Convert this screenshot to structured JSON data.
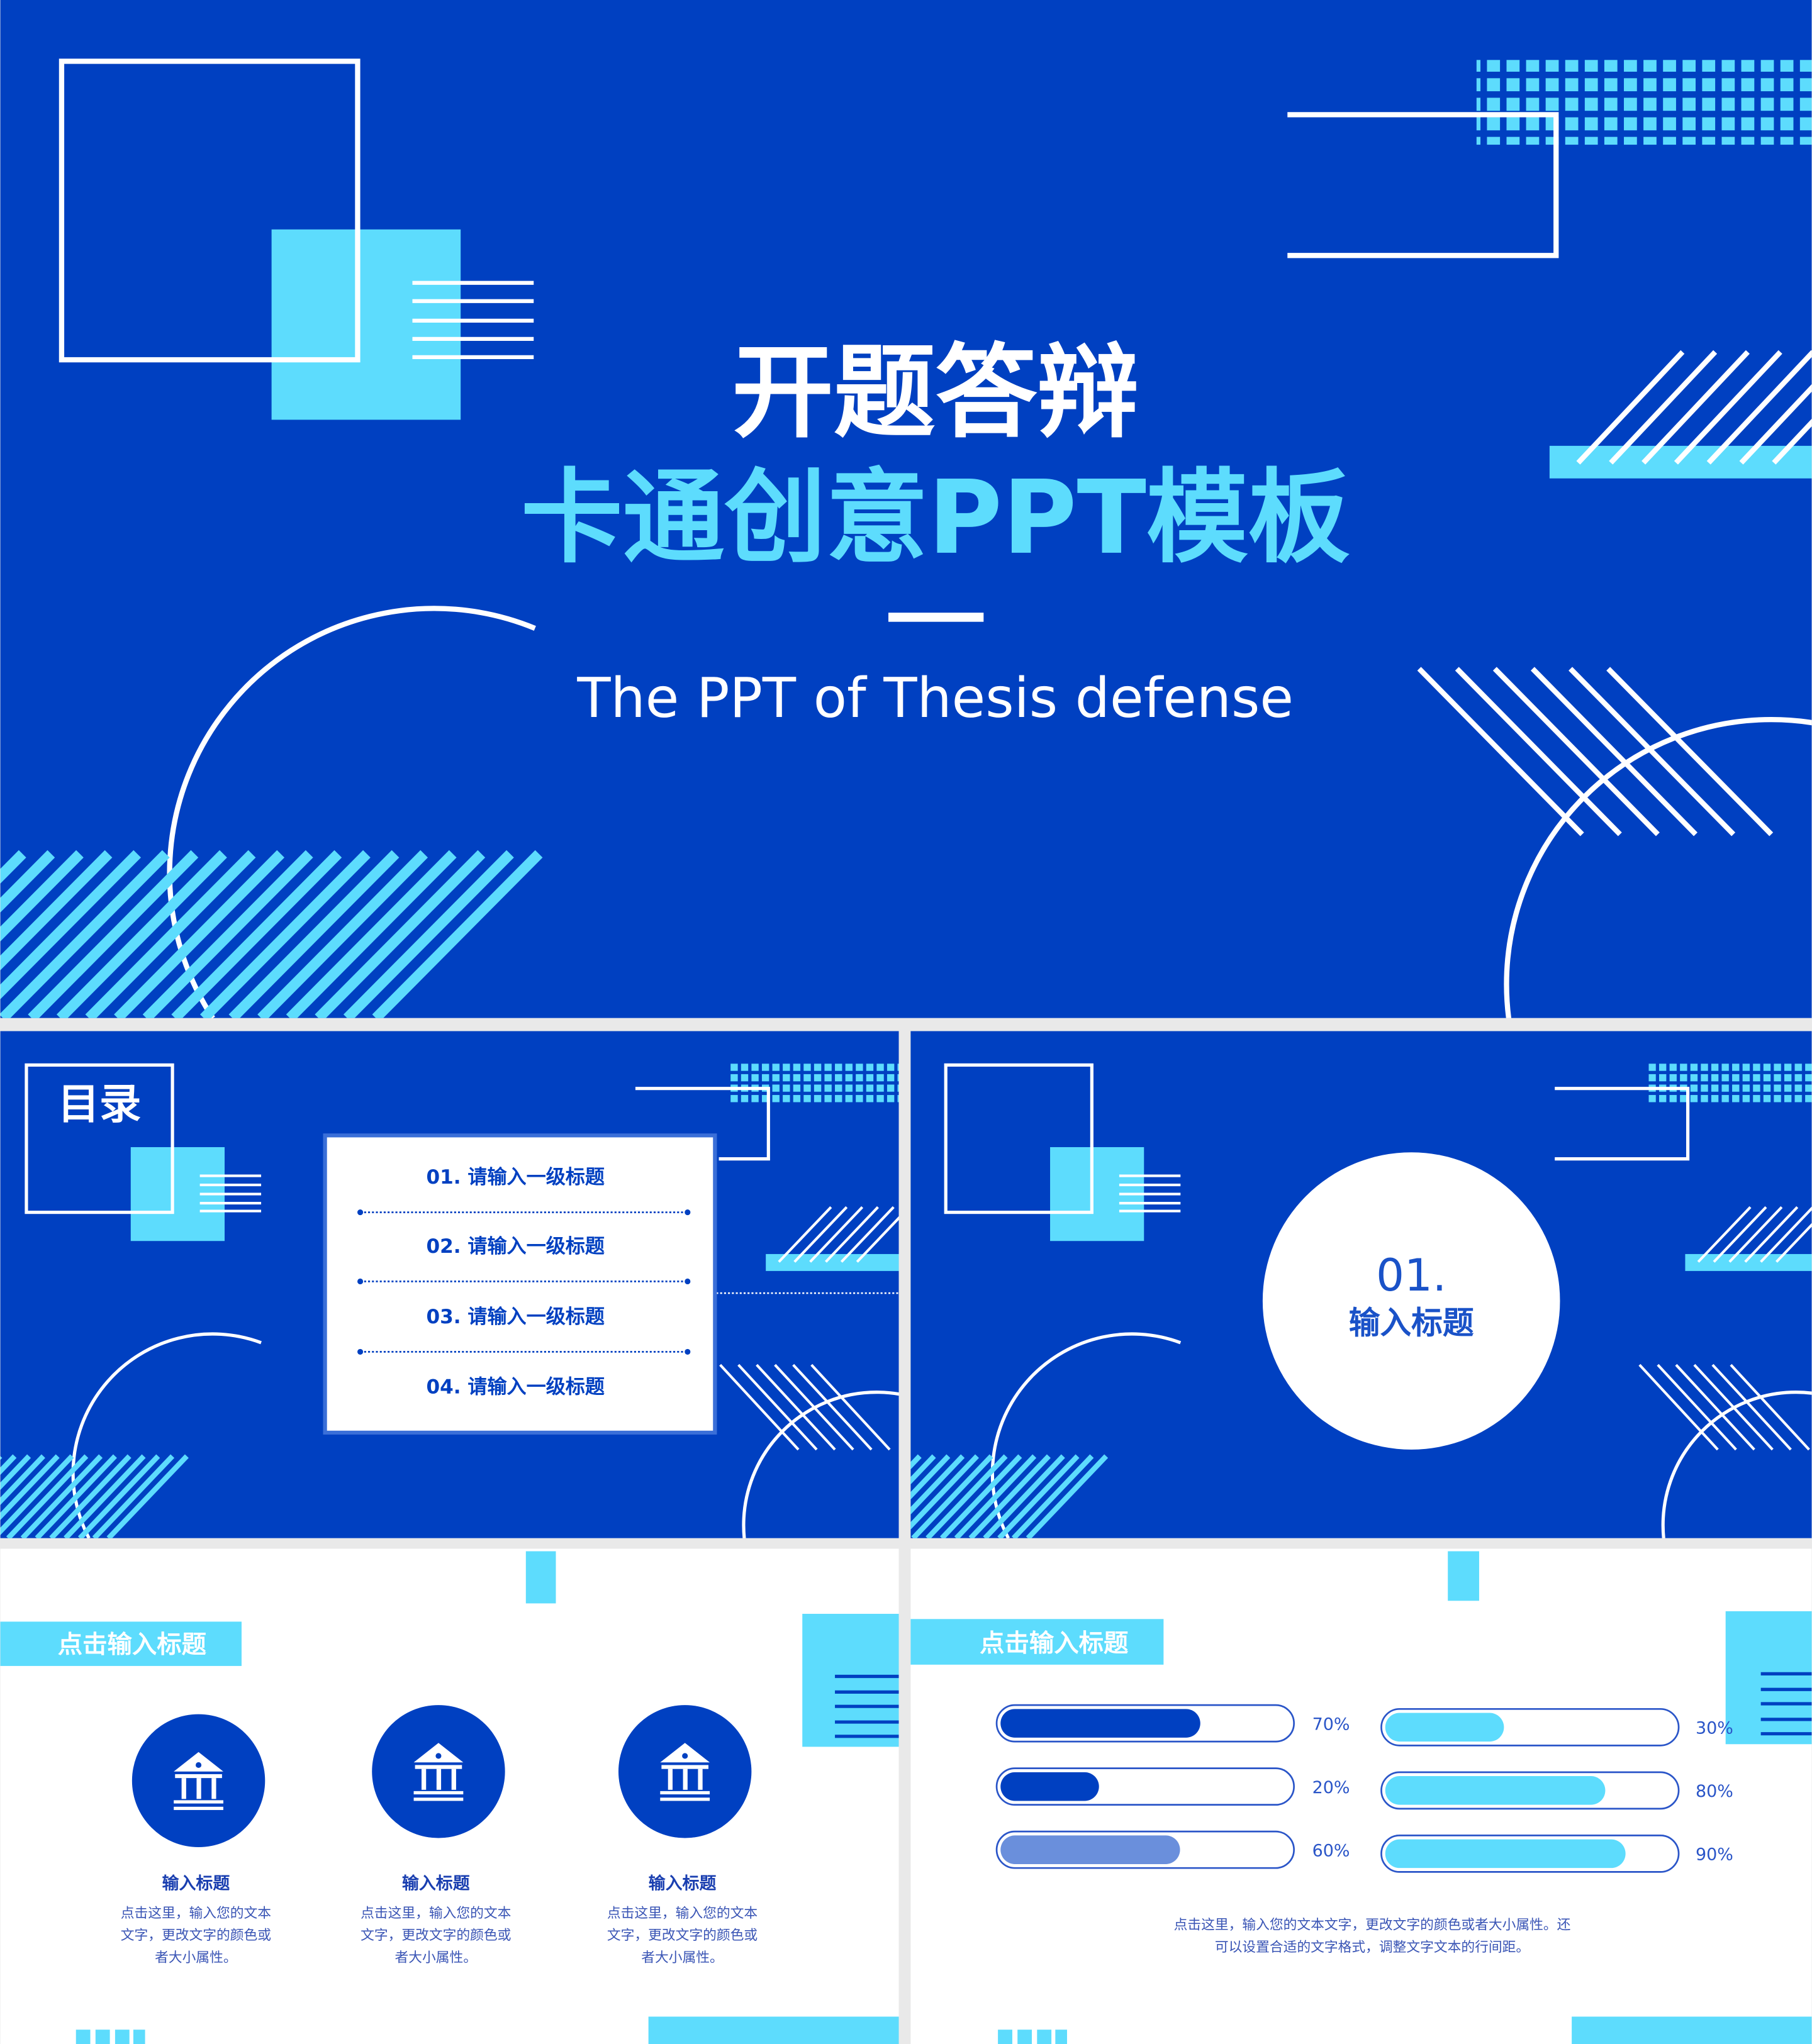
{
  "colors": {
    "blue": "#0040c1",
    "cyan": "#5ddcfd",
    "light_blue": "#6a8fdc",
    "gap": "#e9e9e9"
  },
  "cover": {
    "title_line1": "开题答辩",
    "title_line2": "卡通创意PPT模板",
    "subtitle": "The PPT of Thesis defense"
  },
  "toc": {
    "heading": "目录",
    "items": [
      "01.  请输入一级标题",
      "02.  请输入一级标题",
      "03.  请输入一级标题",
      "04.  请输入一级标题"
    ]
  },
  "section": {
    "number": "01.",
    "title": "输入标题"
  },
  "features": {
    "header": "点击输入标题",
    "icon": "bank-icon",
    "cards": [
      {
        "title": "输入标题",
        "lines": [
          "点击这里，输入您的文本",
          "文字，更改文字的颜色或",
          "者大小属性。"
        ]
      },
      {
        "title": "输入标题",
        "lines": [
          "点击这里，输入您的文本",
          "文字，更改文字的颜色或",
          "者大小属性。"
        ]
      },
      {
        "title": "输入标题",
        "lines": [
          "点击这里，输入您的文本",
          "文字，更改文字的颜色或",
          "者大小属性。"
        ]
      }
    ]
  },
  "progress": {
    "header": "点击输入标题",
    "left": [
      {
        "label": "70%",
        "value": 0.7,
        "color": "#0040c1"
      },
      {
        "label": "20%",
        "value": 0.2,
        "color": "#0040c1"
      },
      {
        "label": "60%",
        "value": 0.6,
        "color": "#6a8fdc"
      }
    ],
    "right": [
      {
        "label": "30%",
        "value": 0.3,
        "color": "#5ddcfd"
      },
      {
        "label": "80%",
        "value": 0.8,
        "color": "#5ddcfd"
      },
      {
        "label": "90%",
        "value": 0.9,
        "color": "#5ddcfd"
      }
    ],
    "body_lines": [
      "点击这里，输入您的文本文字，更改文字的颜色或者大小属性。还",
      "可以设置合适的文字格式，调整文字文本的行间距。"
    ]
  }
}
